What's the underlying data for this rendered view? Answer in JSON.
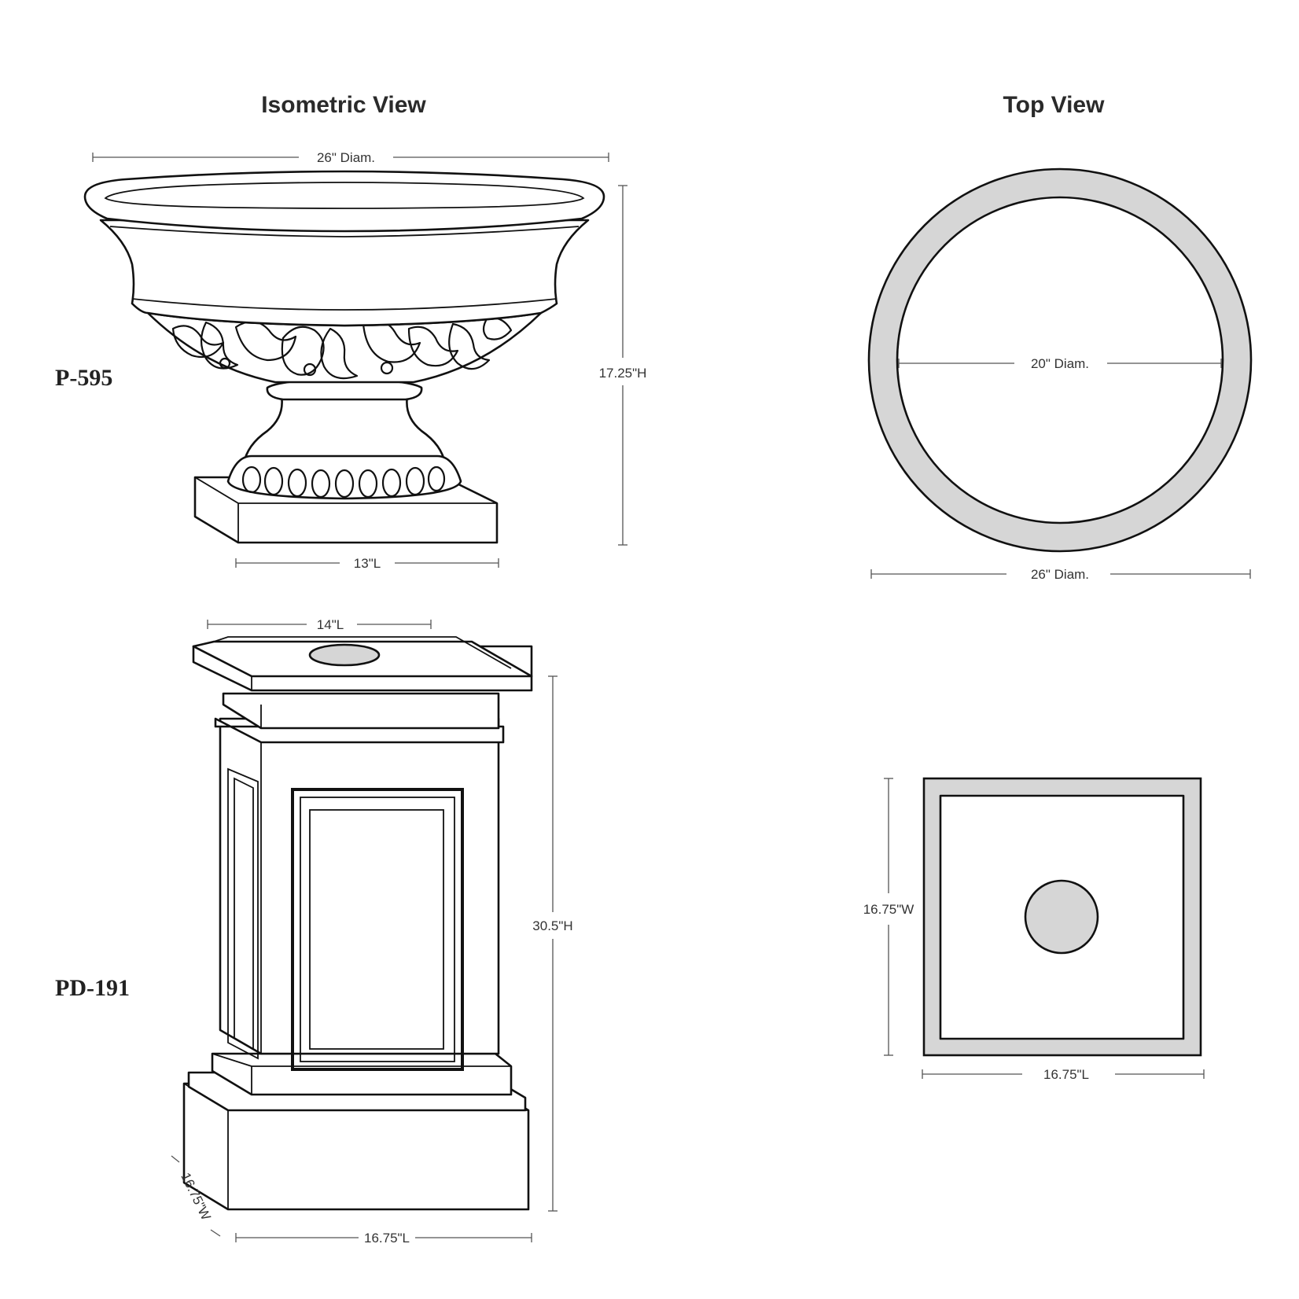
{
  "headings": {
    "isometric": "Isometric View",
    "top": "Top View"
  },
  "products": {
    "planter_code": "P-595",
    "pedestal_code": "PD-191"
  },
  "planter_iso": {
    "diameter": "26\" Diam.",
    "height": "17.25\"H",
    "base_length": "13\"L"
  },
  "planter_top": {
    "inner_diameter": "20\" Diam.",
    "outer_diameter": "26\" Diam."
  },
  "pedestal_iso": {
    "top_length": "14\"L",
    "height": "30.5\"H",
    "base_width": "16.75\"W",
    "base_length": "16.75\"L"
  },
  "pedestal_top": {
    "width": "16.75\"W",
    "length": "16.75\"L"
  },
  "colors": {
    "line": "#111111",
    "fill_grey": "#d6d6d6",
    "dimension_line": "#555555"
  }
}
